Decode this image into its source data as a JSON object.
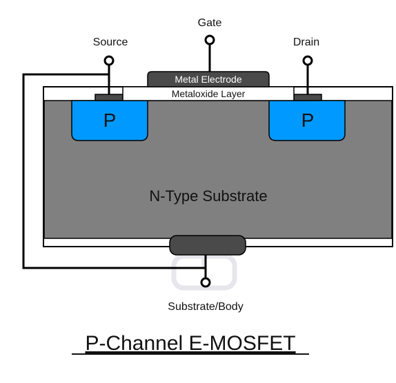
{
  "diagram": {
    "title": "P-Channel E-MOSFET",
    "terminals": {
      "gate": "Gate",
      "source": "Source",
      "drain": "Drain",
      "body": "Substrate/Body"
    },
    "layers": {
      "metal_electrode": "Metal Electrode",
      "oxide": "Metaloxide Layer",
      "substrate": "N-Type Substrate",
      "source_region": "P",
      "drain_region": "P"
    },
    "colors": {
      "substrate": "#808080",
      "p_region": "#0099ff",
      "metal": "#4a4a4a",
      "oxide": "#ffffff",
      "outline": "#000000"
    }
  }
}
